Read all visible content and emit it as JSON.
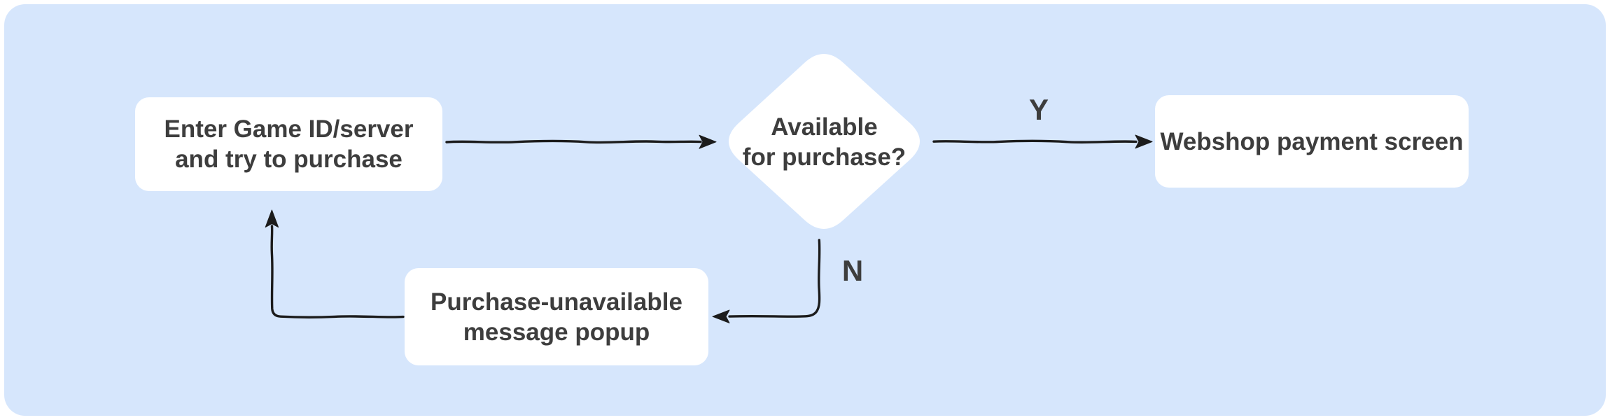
{
  "theme": {
    "page_bg": "#ffffff",
    "panel_bg": "#d6e6fc",
    "node_bg": "#ffffff",
    "text_color": "#3d3d3d",
    "line_color": "#1c1c1c"
  },
  "flowchart": {
    "nodes": {
      "start": {
        "lines": [
          "Enter Game ID/server",
          "and try to purchase"
        ]
      },
      "decision": {
        "lines": [
          "Available",
          "for purchase?"
        ]
      },
      "payment": {
        "lines": [
          "Webshop payment screen"
        ]
      },
      "popup": {
        "lines": [
          "Purchase-unavailable",
          "message popup"
        ]
      }
    },
    "edge_labels": {
      "yes": "Y",
      "no": "N"
    }
  }
}
